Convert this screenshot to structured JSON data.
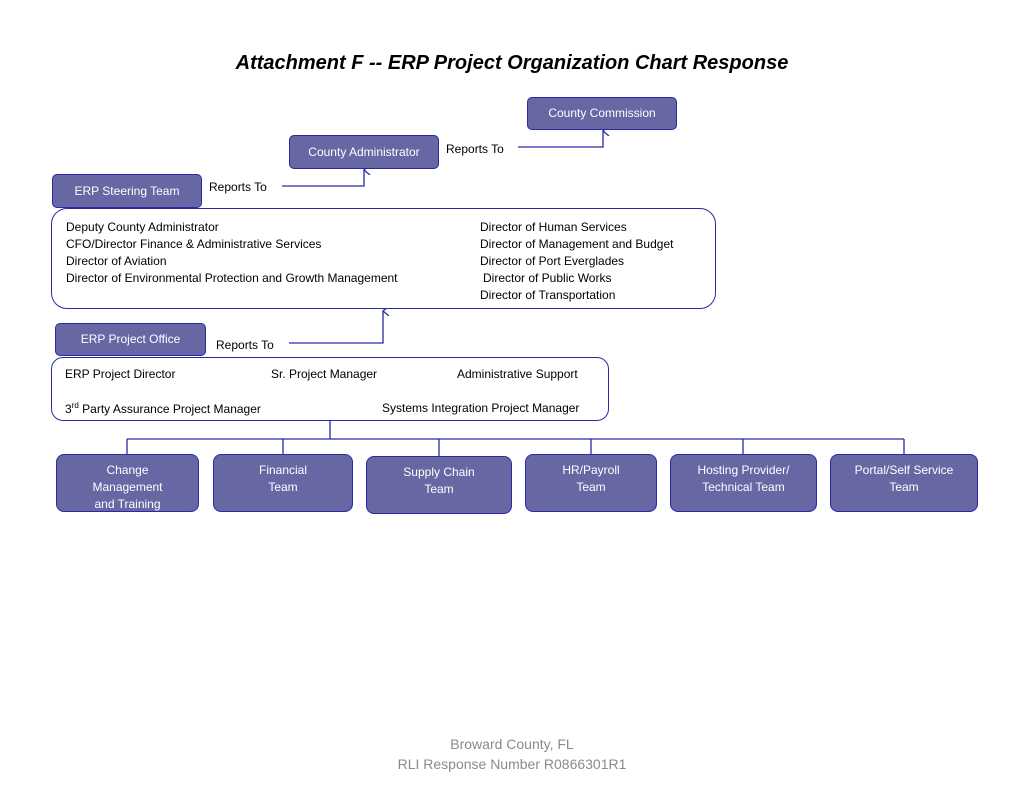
{
  "title": "Attachment F -- ERP Project Organization Chart Response",
  "nodes": {
    "county_commission": "County Commission",
    "county_administrator": "County Administrator",
    "steering_team": "ERP Steering Team",
    "project_office": "ERP Project Office"
  },
  "reports_to": "Reports To",
  "steering_members_left": [
    "Deputy County Administrator",
    "CFO/Director Finance & Administrative Services",
    "Director of Aviation",
    "Director of Environmental Protection and Growth Management"
  ],
  "steering_members_right": [
    "Director of Human Services",
    "Director of Management and Budget",
    "Director of Port Everglades",
    "Director of Public Works",
    "Director of Transportation"
  ],
  "project_office_members": {
    "director": "ERP Project Director",
    "sr_pm": "Sr. Project Manager",
    "admin": "Administrative  Support",
    "assurance_num": "3",
    "assurance_sup": "rd",
    "assurance_rest": " Party Assurance Project Manager",
    "si_pm": "Systems Integration Project Manager"
  },
  "teams": [
    {
      "line1": "Change",
      "line2": "Management",
      "line3": "and  Training"
    },
    {
      "line1": "Financial",
      "line2": "Team",
      "line3": ""
    },
    {
      "line1": "Supply Chain",
      "line2": "Team",
      "line3": ""
    },
    {
      "line1": "HR/Payroll",
      "line2": "Team",
      "line3": ""
    },
    {
      "line1": "Hosting Provider/",
      "line2": "Technical Team",
      "line3": ""
    },
    {
      "line1": "Portal/Self Service",
      "line2": "Team",
      "line3": ""
    }
  ],
  "footer": {
    "line1": "Broward County, FL",
    "line2": "RLI Response Number R0866301R1"
  },
  "colors": {
    "node_fill": "#6667a3",
    "node_border": "#2a2aa8",
    "connector": "#2a2aa8",
    "footer_text": "#8a8a8a"
  }
}
